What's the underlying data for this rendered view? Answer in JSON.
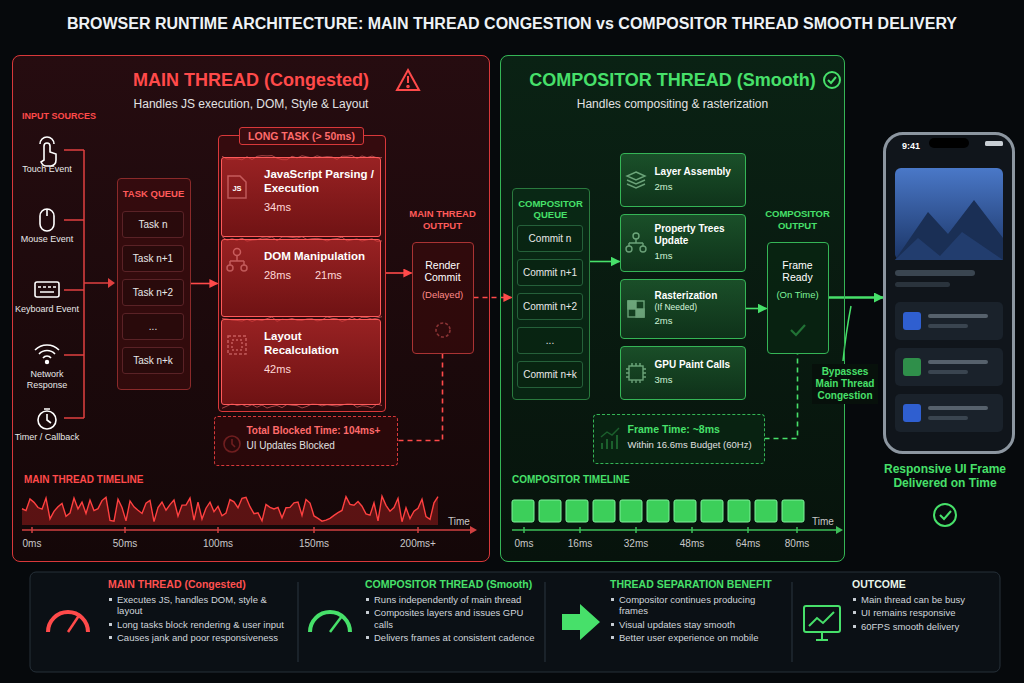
{
  "diagram": {
    "title": "BROWSER RUNTIME ARCHITECTURE: MAIN THREAD CONGESTION vs COMPOSITOR THREAD SMOOTH DELIVERY",
    "nodes": [
      {
        "text": [
          "MAIN THREAD (Congested)",
          "Handles JS execution, DOM, Style & Layout"
        ]
      },
      {
        "text": [
          "TASK QUEUE"
        ],
        "in": 0
      },
      {
        "text": [
          "Task n"
        ],
        "in": 1
      },
      {
        "text": [
          "Task n+1"
        ],
        "in": 1
      },
      {
        "text": [
          "Task n+2"
        ],
        "in": 1
      },
      {
        "text": [
          "..."
        ],
        "in": 1
      },
      {
        "text": [
          "Task n+k"
        ],
        "in": 1
      },
      {
        "text": [
          "LONG TASK (> 50ms)"
        ],
        "in": 0
      },
      {
        "text": [
          "JavaScript Parsing / Execution",
          "34ms"
        ],
        "in": 7
      },
      {
        "text": [
          "DOM Manipulation",
          "28ms",
          "21ms"
        ],
        "in": 7
      },
      {
        "text": [
          "Layout Recalculation",
          "42ms"
        ],
        "in": 7
      },
      {
        "text": [
          "Total Blocked Time: 104ms+",
          "UI Updates Blocked"
        ],
        "in": 0
      },
      {
        "text": [
          "MAIN THREAD OUTPUT",
          "Render Commit",
          "(Delayed)"
        ],
        "in": 0
      },
      {
        "text": [
          "COMPOSITOR THREAD (Smooth)",
          "Handles compositing & rasterization"
        ]
      },
      {
        "text": [
          "COMPOSITOR QUEUE"
        ],
        "in": 13
      },
      {
        "text": [
          "Commit n"
        ],
        "in": 14
      },
      {
        "text": [
          "Commit n+1"
        ],
        "in": 14
      },
      {
        "text": [
          "Commit n+2"
        ],
        "in": 14
      },
      {
        "text": [
          "..."
        ],
        "in": 14
      },
      {
        "text": [
          "Commit n+k"
        ],
        "in": 14
      },
      {
        "text": [
          "Layer Assembly",
          "2ms"
        ],
        "in": 13
      },
      {
        "text": [
          "Property Trees Update",
          "1ms"
        ],
        "in": 13
      },
      {
        "text": [
          "Rasterization",
          "(If Needed)",
          "2ms"
        ],
        "in": 13
      },
      {
        "text": [
          "GPU Paint Calls",
          "3ms"
        ],
        "in": 13
      },
      {
        "text": [
          "Frame Time: ~8ms",
          "Within 16.6ms Budget (60Hz)"
        ],
        "in": 13
      },
      {
        "text": [
          "COMPOSITOR OUTPUT",
          "Frame Ready",
          "(On Time)"
        ],
        "in": 13
      },
      {
        "text": [
          "9:41"
        ]
      },
      {
        "text": [
          "MAIN THREAD (Congested)",
          "Executes JS, handles DOM, style & layout",
          "Long tasks block rendering & user input",
          "Causes jank and poor responsiveness"
        ]
      },
      {
        "text": [
          "COMPOSITOR THREAD (Smooth)",
          "Runs independently of main thread",
          "Composites layers and issues GPU calls",
          "Delivers frames at consistent cadence"
        ]
      },
      {
        "text": [
          "THREAD SEPARATION BENEFIT",
          "Compositor continues producing frames",
          "Visual updates stay smooth",
          "Better user experience on mobile"
        ]
      },
      {
        "text": [
          "OUTCOME",
          "Main thread can be busy",
          "UI remains responsive",
          "60FPS smooth delivery"
        ]
      }
    ],
    "edges": [
      {
        "from": 1,
        "to": 7,
        "arrow": "to"
      },
      {
        "from": 7,
        "to": 12,
        "arrow": "to"
      },
      {
        "from": 12,
        "to": 14,
        "arrow": "to"
      },
      {
        "from": 14,
        "to": 21,
        "arrow": "to"
      },
      {
        "from": 22,
        "to": 25,
        "arrow": "to"
      },
      {
        "from": 24,
        "to": 25,
        "arrow": "none"
      },
      {
        "from": 25,
        "to": 26,
        "label": "Bypasses Main Thread Congestion",
        "arrow": "to"
      },
      {
        "from": 12,
        "to": 11,
        "arrow": "none"
      }
    ],
    "labels": [
      "INPUT SOURCES",
      "Touch Event",
      "Mouse Event",
      "Keyboard Event",
      "Network Response",
      "Timer / Callback",
      "JS",
      "MAIN THREAD TIMELINE",
      "0ms",
      "50ms",
      "100ms",
      "150ms",
      "200ms+",
      "Time",
      "COMPOSITOR TIMELINE",
      "0ms",
      "16ms",
      "32ms",
      "48ms",
      "64ms",
      "80ms",
      "Time",
      "Responsive UI Frame Delivered on Time"
    ]
  }
}
